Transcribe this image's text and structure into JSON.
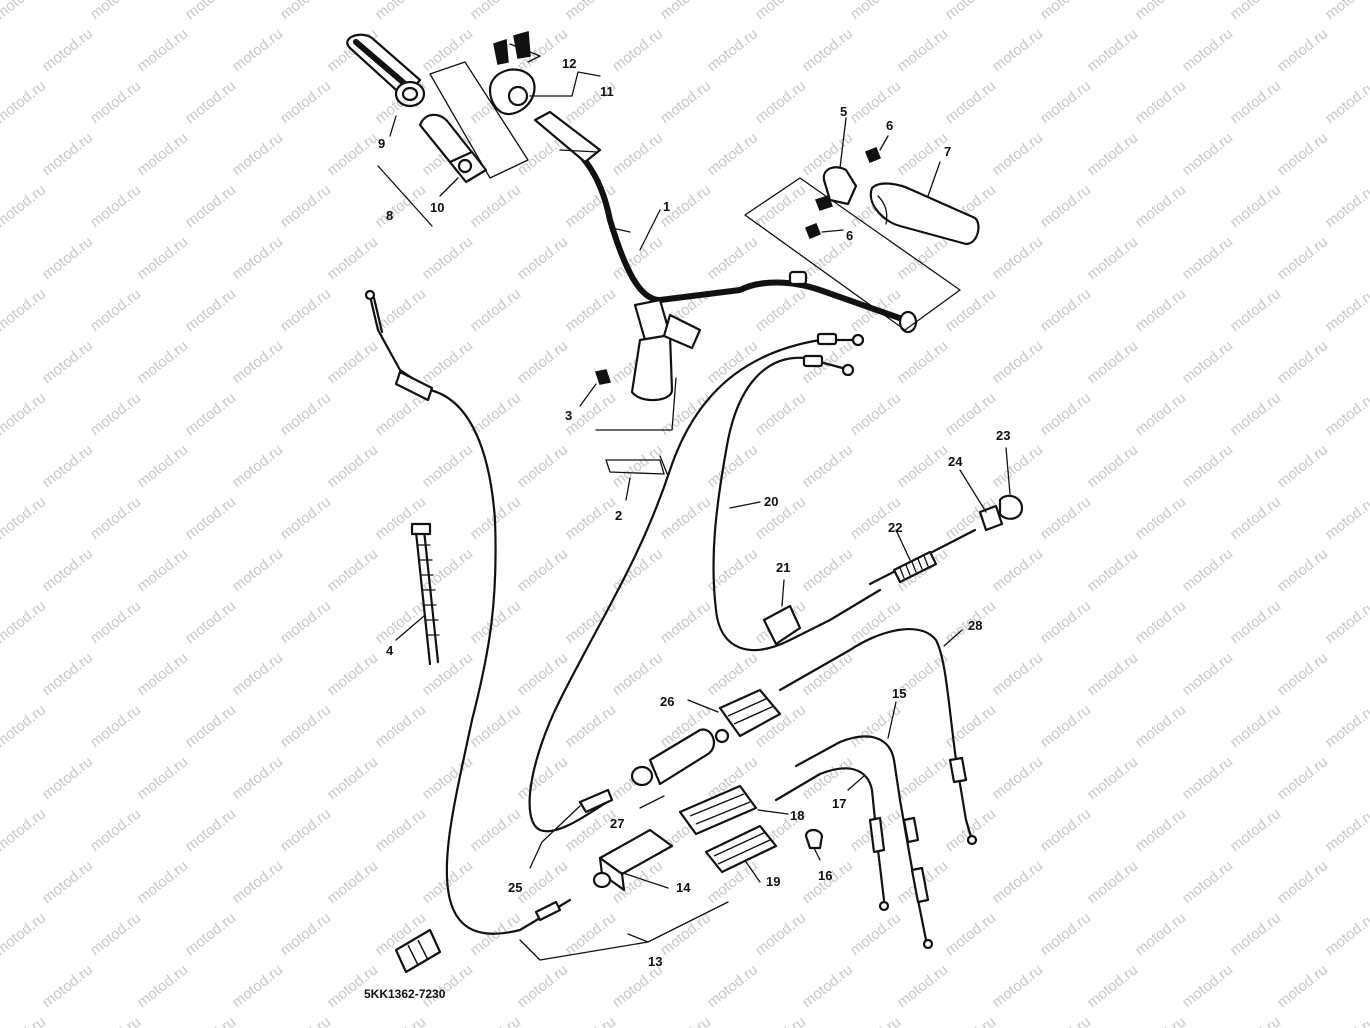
{
  "diagram": {
    "code": "5KK1362-7230",
    "watermark": "motod.ru",
    "callouts": [
      "1",
      "2",
      "3",
      "4",
      "5",
      "6",
      "6",
      "7",
      "8",
      "9",
      "10",
      "11",
      "12",
      "13",
      "14",
      "15",
      "16",
      "17",
      "18",
      "19",
      "20",
      "21",
      "22",
      "23",
      "24",
      "25",
      "26",
      "27",
      "28"
    ]
  }
}
